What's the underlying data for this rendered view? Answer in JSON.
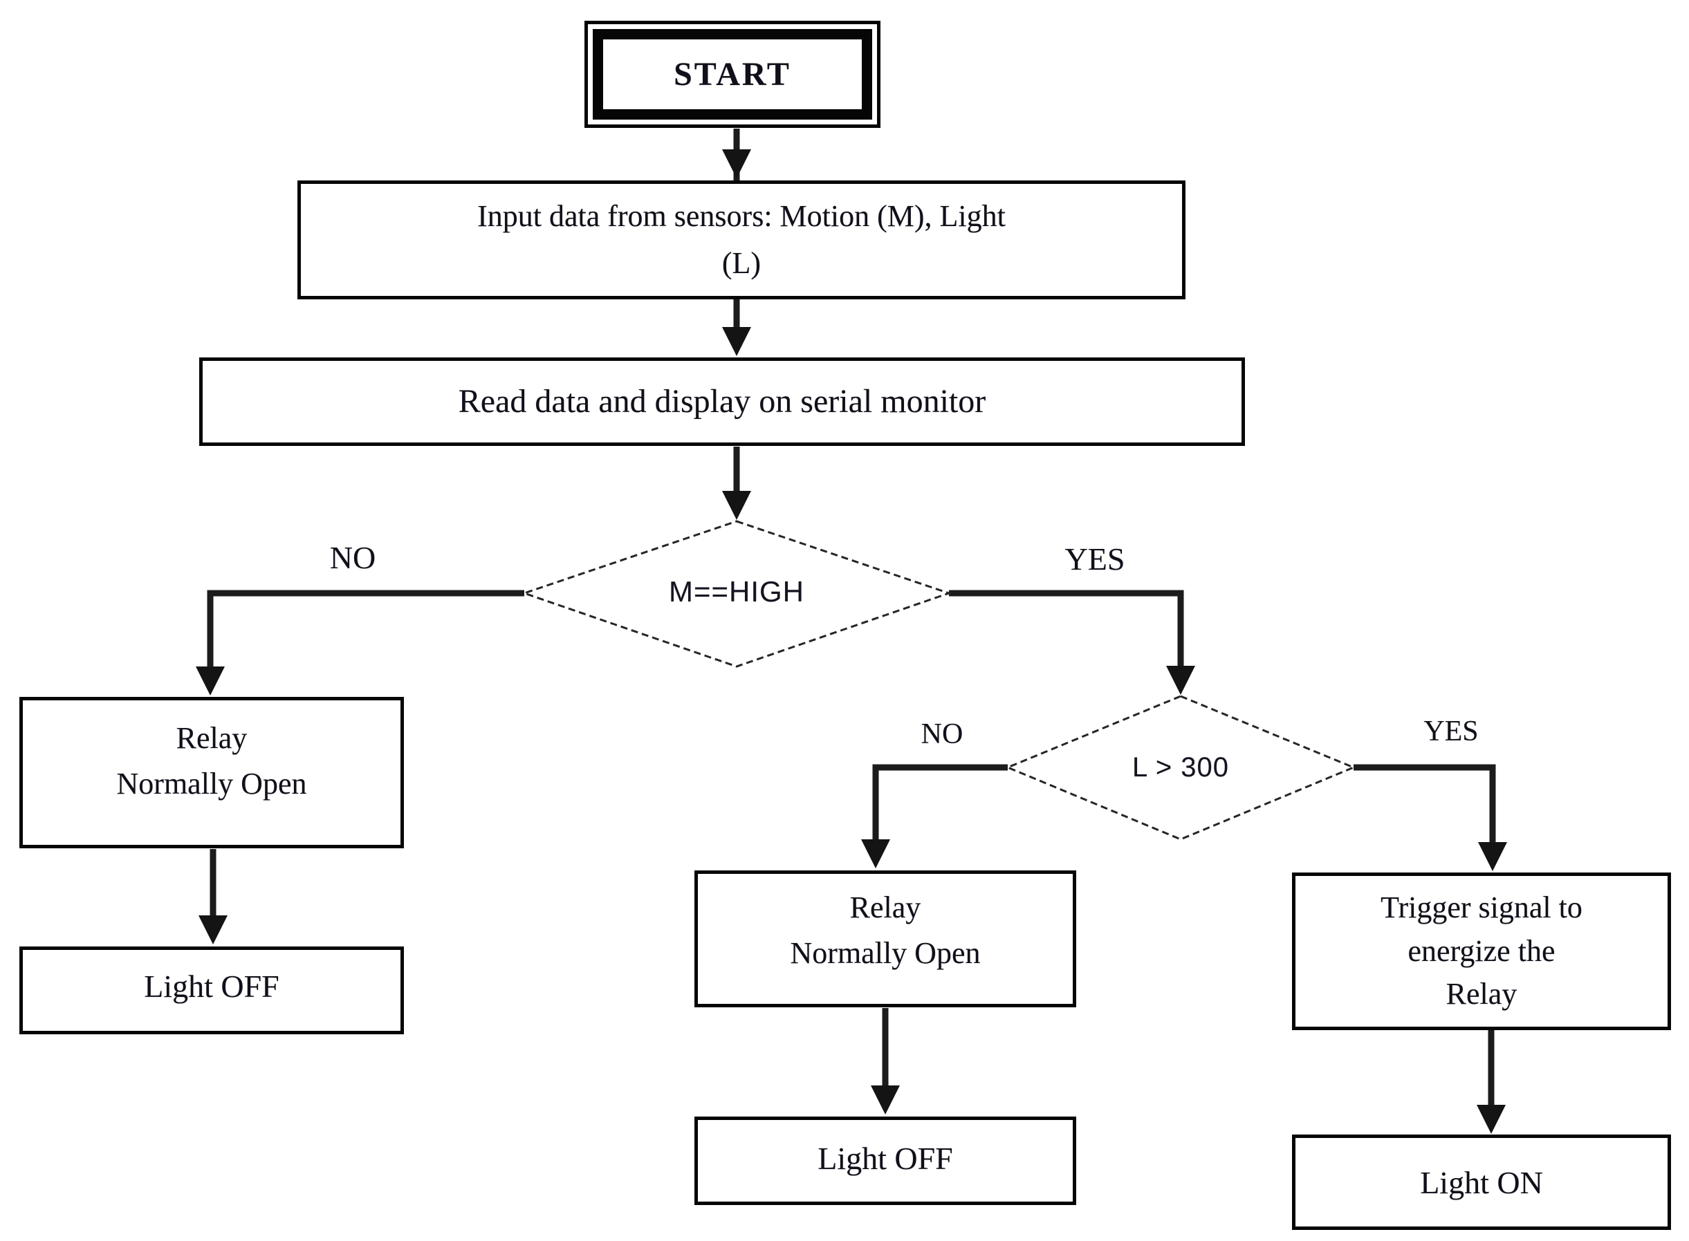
{
  "colors": {
    "background": "#ffffff",
    "ink": "#10101a",
    "border": "#060606",
    "line": "#1c1c1c"
  },
  "nodes": {
    "start": {
      "label": "START"
    },
    "input_sensors": {
      "line1": "Input data from sensors: Motion (M), Light",
      "line2": "(L)"
    },
    "read_display": {
      "label": "Read data and display on serial monitor"
    },
    "decision_motion": {
      "label": "M==HIGH"
    },
    "decision_light": {
      "label": "L > 300"
    },
    "relay_normally_open_left": {
      "line1": "Relay",
      "line2": "Normally Open"
    },
    "light_off_left": {
      "label": "Light OFF"
    },
    "relay_normally_open_mid": {
      "line1": "Relay",
      "line2": "Normally Open"
    },
    "light_off_mid": {
      "label": "Light OFF"
    },
    "trigger_relay": {
      "line1": "Trigger signal to",
      "line2": "energize the",
      "line3": "Relay"
    },
    "light_on": {
      "label": "Light ON"
    }
  },
  "branch_labels": {
    "motion_no": "NO",
    "motion_yes": "YES",
    "light_no": "NO",
    "light_yes": "YES"
  }
}
